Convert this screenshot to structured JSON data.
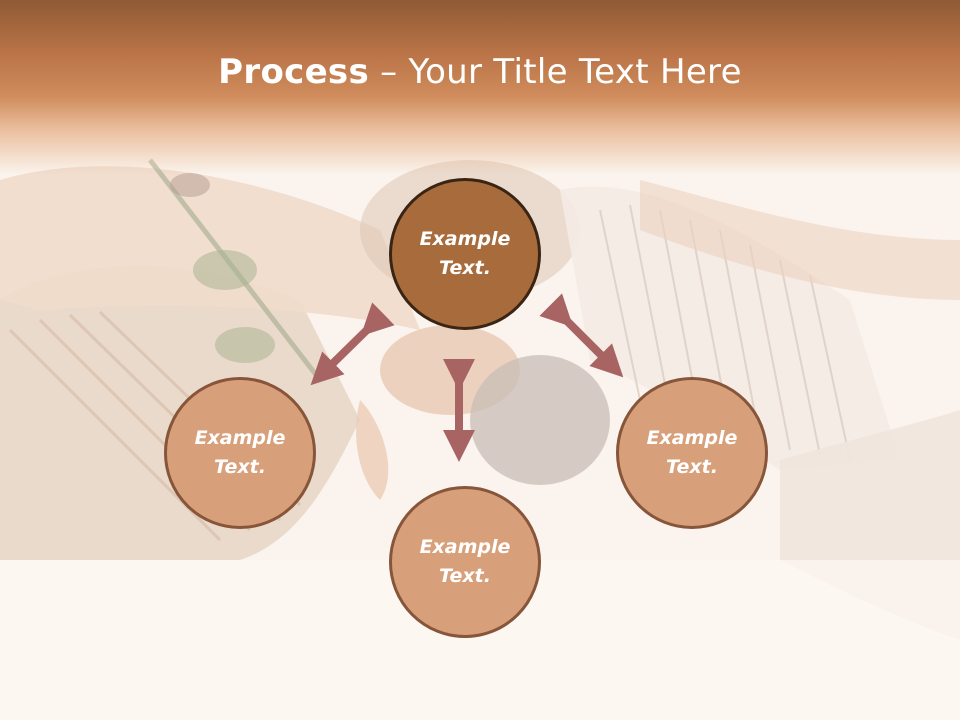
{
  "slide": {
    "title_bold": "Process",
    "title_rest": " – Your Title Text Here"
  },
  "nodes": {
    "top": "Example Text.",
    "left": "Example Text.",
    "right": "Example Text.",
    "bottom": "Example Text."
  },
  "colors": {
    "header": "#b97347",
    "node_dark": "#a86b3c",
    "node_light": "#d8a07a",
    "arrow": "#a86463"
  }
}
